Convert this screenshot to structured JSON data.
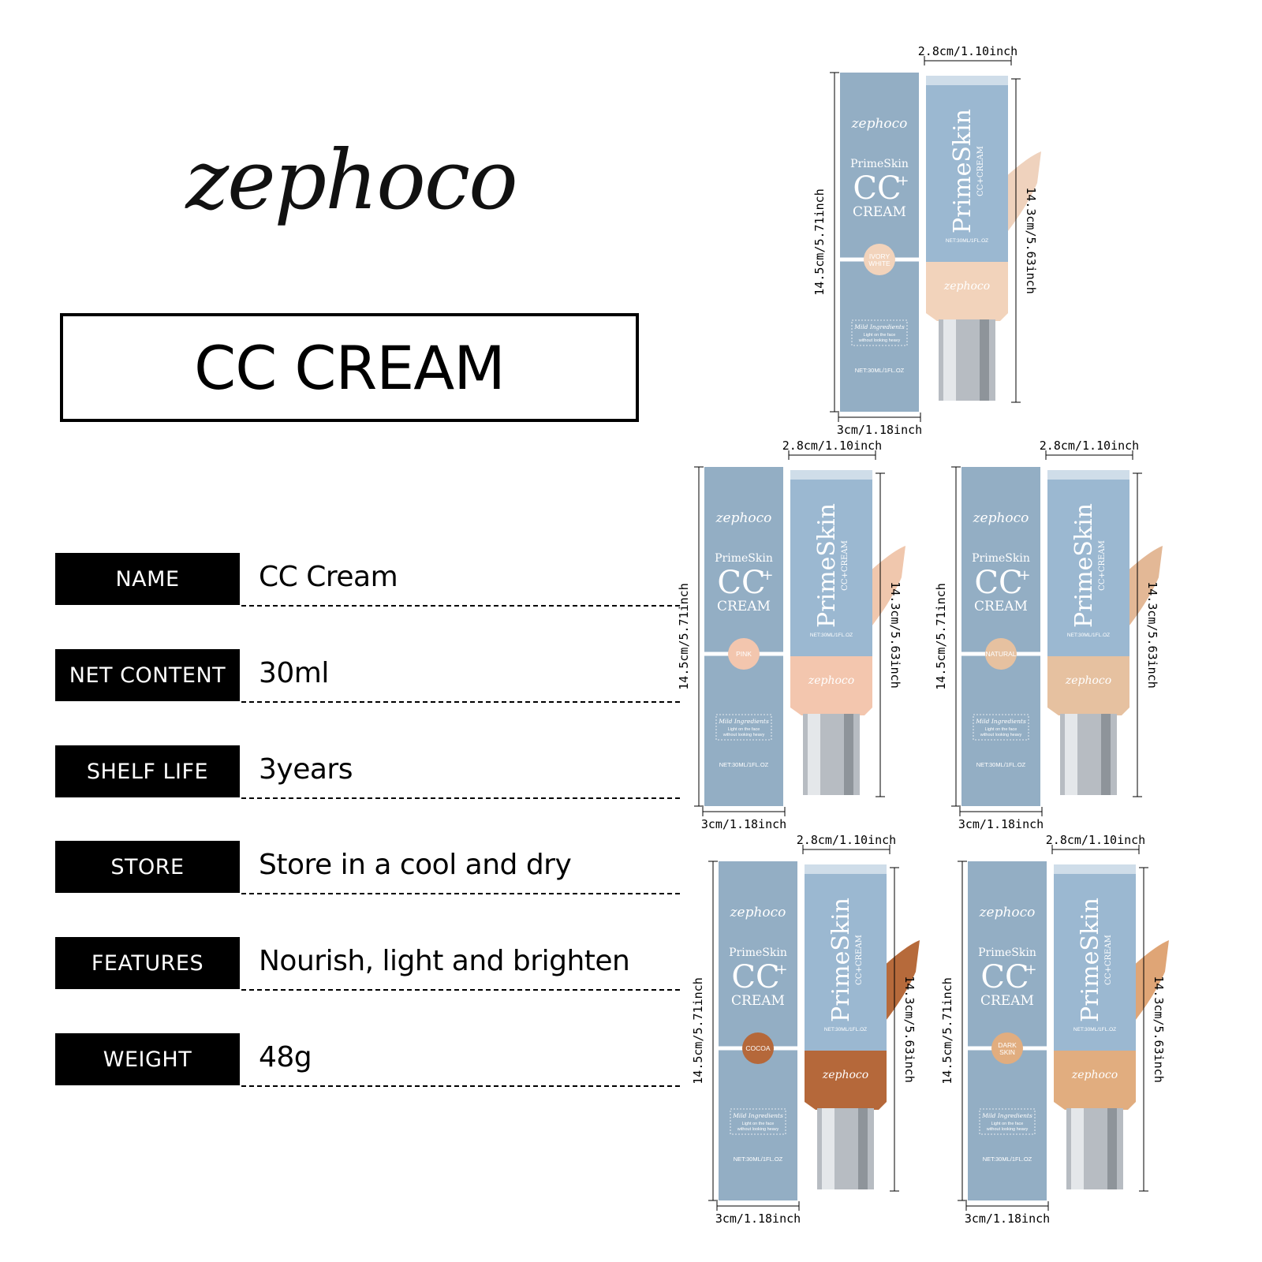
{
  "brand": {
    "logo_text": "zephoco"
  },
  "title": "CC CREAM",
  "specs": [
    {
      "label": "NAME",
      "value": "CC Cream"
    },
    {
      "label": "NET  CONTENT",
      "value": "30ml"
    },
    {
      "label": "SHELF LIFE",
      "value": "3years"
    },
    {
      "label": "STORE",
      "value": "Store in a cool and dry"
    },
    {
      "label": "FEATURES",
      "value": "Nourish, light and brighten"
    },
    {
      "label": "WEIGHT",
      "value": "48g"
    }
  ],
  "packaging": {
    "box_brand": "zephoco",
    "product_line": "PrimeSkin",
    "cc_mark": "CC",
    "cream_word": "CREAM",
    "tube_brand": "PrimeSkin",
    "tube_sub": "CC+CREAM",
    "tube_net": "NET:30ML/1FL.OZ",
    "tube_logo": "zephoco",
    "mild_title": "Mild Ingredients",
    "mild_line1": "Light on the face",
    "mild_line2": "without looking heavy",
    "box_net": "NET:30ML/1FL.OZ",
    "dim_tube_width": "2.8cm/1.10inch",
    "dim_box_width": "3cm/1.18inch",
    "dim_box_height": "14.5cm/5.71inch",
    "dim_tube_height": "14.3cm/5.63inch"
  },
  "shades": [
    {
      "name_lines": [
        "IVORY",
        "WHITE"
      ],
      "color": "#f2d3bb",
      "swatch": "#efd2bd"
    },
    {
      "name_lines": [
        "PINK"
      ],
      "color": "#f3c6ae",
      "swatch": "#f0c7ad"
    },
    {
      "name_lines": [
        "NATURAL"
      ],
      "color": "#e6c1a0",
      "swatch": "#e3b896"
    },
    {
      "name_lines": [
        "COCOA"
      ],
      "color": "#b5683a",
      "swatch": "#b66a3b"
    },
    {
      "name_lines": [
        "DARK",
        "SKIN"
      ],
      "color": "#e1ad7f",
      "swatch": "#dfa576"
    }
  ],
  "colors": {
    "package_blue": "#93aec4",
    "tube_blue": "#9bb8d1",
    "cap_silver": "#b7bcc2"
  }
}
